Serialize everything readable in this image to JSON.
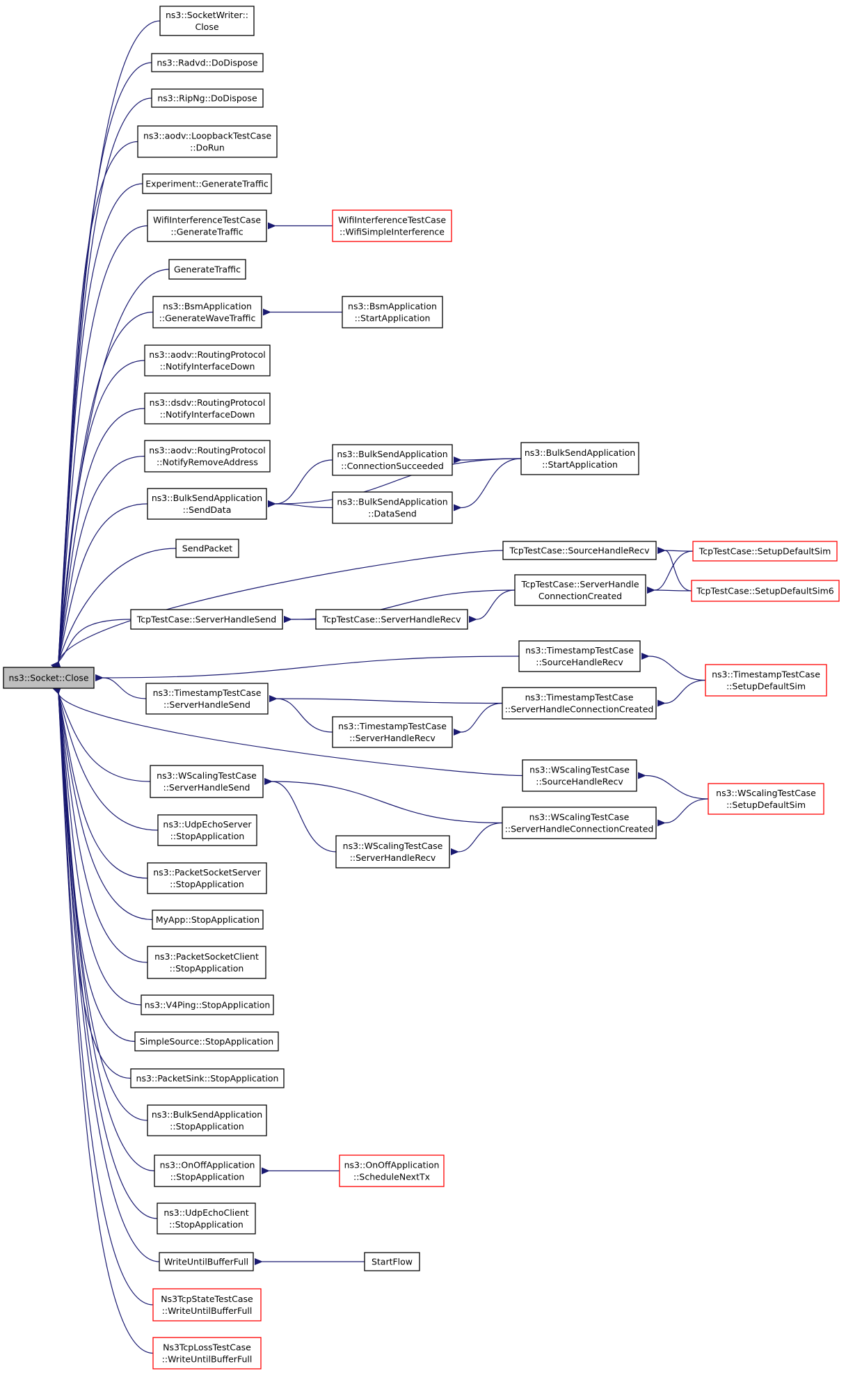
{
  "graph": {
    "edge_color": "#191970",
    "node_border": "#000000",
    "node_border_truncated": "#ff0000",
    "root_fill": "#bfbfbf",
    "root": {
      "id": "close",
      "lines": [
        "ns3::Socket::Close"
      ]
    },
    "nodes": [
      {
        "id": "sw_close",
        "lines": [
          "ns3::SocketWriter::",
          "Close"
        ]
      },
      {
        "id": "radvd_dispose",
        "lines": [
          "ns3::Radvd::DoDispose"
        ]
      },
      {
        "id": "ripng_dispose",
        "lines": [
          "ns3::RipNg::DoDispose"
        ]
      },
      {
        "id": "aodv_loopback",
        "lines": [
          "ns3::aodv::LoopbackTestCase",
          "::DoRun"
        ]
      },
      {
        "id": "exp_gen",
        "lines": [
          "Experiment::GenerateTraffic"
        ]
      },
      {
        "id": "wifi_gen",
        "lines": [
          "WifiInterferenceTestCase",
          "::GenerateTraffic"
        ]
      },
      {
        "id": "wifi_simple",
        "lines": [
          "WifiInterferenceTestCase",
          "::WifiSimpleInterference"
        ],
        "truncated": true
      },
      {
        "id": "gen_traffic",
        "lines": [
          "GenerateTraffic"
        ]
      },
      {
        "id": "bsm_gen",
        "lines": [
          "ns3::BsmApplication",
          "::GenerateWaveTraffic"
        ]
      },
      {
        "id": "bsm_start",
        "lines": [
          "ns3::BsmApplication",
          "::StartApplication"
        ]
      },
      {
        "id": "aodv_nid",
        "lines": [
          "ns3::aodv::RoutingProtocol",
          "::NotifyInterfaceDown"
        ]
      },
      {
        "id": "dsdv_nid",
        "lines": [
          "ns3::dsdv::RoutingProtocol",
          "::NotifyInterfaceDown"
        ]
      },
      {
        "id": "aodv_nra",
        "lines": [
          "ns3::aodv::RoutingProtocol",
          "::NotifyRemoveAddress"
        ]
      },
      {
        "id": "bulk_senddata",
        "lines": [
          "ns3::BulkSendApplication",
          "::SendData"
        ]
      },
      {
        "id": "bulk_connsucc",
        "lines": [
          "ns3::BulkSendApplication",
          "::ConnectionSucceeded"
        ]
      },
      {
        "id": "bulk_datasend",
        "lines": [
          "ns3::BulkSendApplication",
          "::DataSend"
        ]
      },
      {
        "id": "bulk_start",
        "lines": [
          "ns3::BulkSendApplication",
          "::StartApplication"
        ]
      },
      {
        "id": "send_packet",
        "lines": [
          "SendPacket"
        ]
      },
      {
        "id": "tcp_src_recv",
        "lines": [
          "TcpTestCase::SourceHandleRecv"
        ]
      },
      {
        "id": "tcp_setup",
        "lines": [
          "TcpTestCase::SetupDefaultSim"
        ],
        "truncated": true
      },
      {
        "id": "tcp_srv_conn",
        "lines": [
          "TcpTestCase::ServerHandle",
          "ConnectionCreated"
        ]
      },
      {
        "id": "tcp_setup6",
        "lines": [
          "TcpTestCase::SetupDefaultSim6"
        ],
        "truncated": true
      },
      {
        "id": "tcp_srv_send",
        "lines": [
          "TcpTestCase::ServerHandleSend"
        ]
      },
      {
        "id": "tcp_srv_recv",
        "lines": [
          "TcpTestCase::ServerHandleRecv"
        ]
      },
      {
        "id": "ts_src_recv",
        "lines": [
          "ns3::TimestampTestCase",
          "::SourceHandleRecv"
        ]
      },
      {
        "id": "ts_setup",
        "lines": [
          "ns3::TimestampTestCase",
          "::SetupDefaultSim"
        ],
        "truncated": true
      },
      {
        "id": "ts_srv_send",
        "lines": [
          "ns3::TimestampTestCase",
          "::ServerHandleSend"
        ]
      },
      {
        "id": "ts_srv_conn",
        "lines": [
          "ns3::TimestampTestCase",
          "::ServerHandleConnectionCreated"
        ]
      },
      {
        "id": "ts_srv_recv",
        "lines": [
          "ns3::TimestampTestCase",
          "::ServerHandleRecv"
        ]
      },
      {
        "id": "ws_src_recv",
        "lines": [
          "ns3::WScalingTestCase",
          "::SourceHandleRecv"
        ]
      },
      {
        "id": "ws_setup",
        "lines": [
          "ns3::WScalingTestCase",
          "::SetupDefaultSim"
        ],
        "truncated": true
      },
      {
        "id": "ws_srv_send",
        "lines": [
          "ns3::WScalingTestCase",
          "::ServerHandleSend"
        ]
      },
      {
        "id": "ws_srv_conn",
        "lines": [
          "ns3::WScalingTestCase",
          "::ServerHandleConnectionCreated"
        ]
      },
      {
        "id": "ws_srv_recv",
        "lines": [
          "ns3::WScalingTestCase",
          "::ServerHandleRecv"
        ]
      },
      {
        "id": "udpecho_srv_stop",
        "lines": [
          "ns3::UdpEchoServer",
          "::StopApplication"
        ]
      },
      {
        "id": "pss_stop",
        "lines": [
          "ns3::PacketSocketServer",
          "::StopApplication"
        ]
      },
      {
        "id": "myapp_stop",
        "lines": [
          "MyApp::StopApplication"
        ]
      },
      {
        "id": "psc_stop",
        "lines": [
          "ns3::PacketSocketClient",
          "::StopApplication"
        ]
      },
      {
        "id": "v4ping_stop",
        "lines": [
          "ns3::V4Ping::StopApplication"
        ]
      },
      {
        "id": "simplesrc_stop",
        "lines": [
          "SimpleSource::StopApplication"
        ]
      },
      {
        "id": "pktsink_stop",
        "lines": [
          "ns3::PacketSink::StopApplication"
        ]
      },
      {
        "id": "bulk_stop",
        "lines": [
          "ns3::BulkSendApplication",
          "::StopApplication"
        ]
      },
      {
        "id": "onoff_stop",
        "lines": [
          "ns3::OnOffApplication",
          "::StopApplication"
        ]
      },
      {
        "id": "onoff_sched",
        "lines": [
          "ns3::OnOffApplication",
          "::ScheduleNextTx"
        ],
        "truncated": true
      },
      {
        "id": "udpecho_cli_stop",
        "lines": [
          "ns3::UdpEchoClient",
          "::StopApplication"
        ]
      },
      {
        "id": "wubf",
        "lines": [
          "WriteUntilBufferFull"
        ]
      },
      {
        "id": "start_flow",
        "lines": [
          "StartFlow"
        ]
      },
      {
        "id": "tcpstate_wubf",
        "lines": [
          "Ns3TcpStateTestCase",
          "::WriteUntilBufferFull"
        ],
        "truncated": true
      },
      {
        "id": "tcploss_wubf",
        "lines": [
          "Ns3TcpLossTestCase",
          "::WriteUntilBufferFull"
        ],
        "truncated": true
      }
    ],
    "edges": [
      [
        "close",
        "sw_close"
      ],
      [
        "close",
        "radvd_dispose"
      ],
      [
        "close",
        "ripng_dispose"
      ],
      [
        "close",
        "aodv_loopback"
      ],
      [
        "close",
        "exp_gen"
      ],
      [
        "close",
        "wifi_gen"
      ],
      [
        "close",
        "gen_traffic"
      ],
      [
        "close",
        "bsm_gen"
      ],
      [
        "close",
        "aodv_nid"
      ],
      [
        "close",
        "dsdv_nid"
      ],
      [
        "close",
        "aodv_nra"
      ],
      [
        "close",
        "bulk_senddata"
      ],
      [
        "close",
        "send_packet"
      ],
      [
        "close",
        "tcp_src_recv"
      ],
      [
        "close",
        "tcp_srv_send"
      ],
      [
        "close",
        "ts_src_recv"
      ],
      [
        "close",
        "ts_srv_send"
      ],
      [
        "close",
        "ws_src_recv"
      ],
      [
        "close",
        "ws_srv_send"
      ],
      [
        "close",
        "udpecho_srv_stop"
      ],
      [
        "close",
        "pss_stop"
      ],
      [
        "close",
        "myapp_stop"
      ],
      [
        "close",
        "psc_stop"
      ],
      [
        "close",
        "v4ping_stop"
      ],
      [
        "close",
        "simplesrc_stop"
      ],
      [
        "close",
        "pktsink_stop"
      ],
      [
        "close",
        "bulk_stop"
      ],
      [
        "close",
        "onoff_stop"
      ],
      [
        "close",
        "udpecho_cli_stop"
      ],
      [
        "close",
        "wubf"
      ],
      [
        "close",
        "tcpstate_wubf"
      ],
      [
        "close",
        "tcploss_wubf"
      ],
      [
        "wifi_gen",
        "wifi_simple"
      ],
      [
        "bsm_gen",
        "bsm_start"
      ],
      [
        "bulk_senddata",
        "bulk_start"
      ],
      [
        "bulk_senddata",
        "bulk_connsucc"
      ],
      [
        "bulk_senddata",
        "bulk_datasend"
      ],
      [
        "bulk_connsucc",
        "bulk_start"
      ],
      [
        "bulk_datasend",
        "bulk_start"
      ],
      [
        "tcp_src_recv",
        "tcp_setup"
      ],
      [
        "tcp_src_recv",
        "tcp_setup6"
      ],
      [
        "tcp_srv_conn",
        "tcp_setup"
      ],
      [
        "tcp_srv_conn",
        "tcp_setup6"
      ],
      [
        "tcp_srv_send",
        "tcp_srv_conn"
      ],
      [
        "tcp_srv_send",
        "tcp_srv_recv"
      ],
      [
        "tcp_srv_recv",
        "tcp_srv_conn"
      ],
      [
        "ts_src_recv",
        "ts_setup"
      ],
      [
        "ts_srv_conn",
        "ts_setup"
      ],
      [
        "ts_srv_send",
        "ts_srv_conn"
      ],
      [
        "ts_srv_send",
        "ts_srv_recv"
      ],
      [
        "ts_srv_recv",
        "ts_srv_conn"
      ],
      [
        "ws_src_recv",
        "ws_setup"
      ],
      [
        "ws_srv_conn",
        "ws_setup"
      ],
      [
        "ws_srv_send",
        "ws_srv_conn"
      ],
      [
        "ws_srv_send",
        "ws_srv_recv"
      ],
      [
        "ws_srv_recv",
        "ws_srv_conn"
      ],
      [
        "onoff_stop",
        "onoff_sched"
      ],
      [
        "wubf",
        "start_flow"
      ]
    ]
  }
}
